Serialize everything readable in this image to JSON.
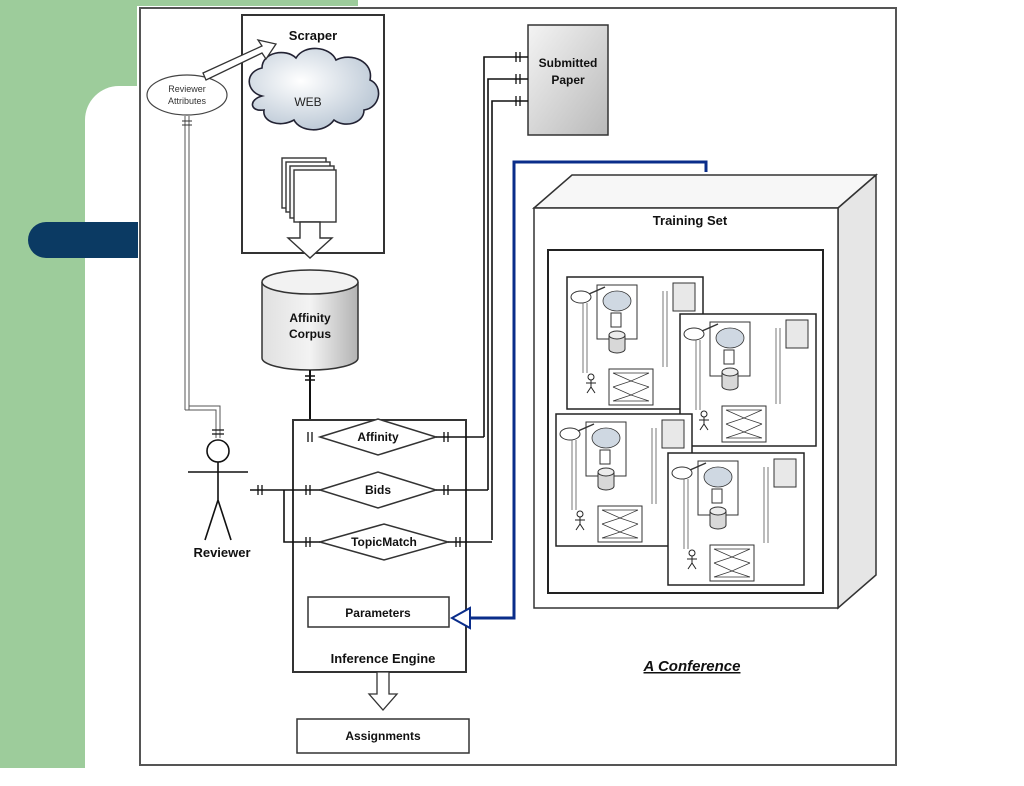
{
  "slide": {
    "title_line1": "PARA : Paper Assignment to",
    "title_line2": "Reviewers Apparatus"
  },
  "diagram": {
    "scraper": "Scraper",
    "web": "WEB",
    "reviewer_attributes_line1": "Reviewer",
    "reviewer_attributes_line2": "Attributes",
    "submitted_paper_line1": "Submitted",
    "submitted_paper_line2": "Paper",
    "affinity_corpus_line1": "Affinity",
    "affinity_corpus_line2": "Corpus",
    "training_set": "Training Set",
    "affinity": "Affinity",
    "bids": "Bids",
    "topic_match": "TopicMatch",
    "reviewer": "Reviewer",
    "parameters": "Parameters",
    "inference_engine": "Inference Engine",
    "assignments": "Assignments",
    "conference": "A Conference"
  }
}
